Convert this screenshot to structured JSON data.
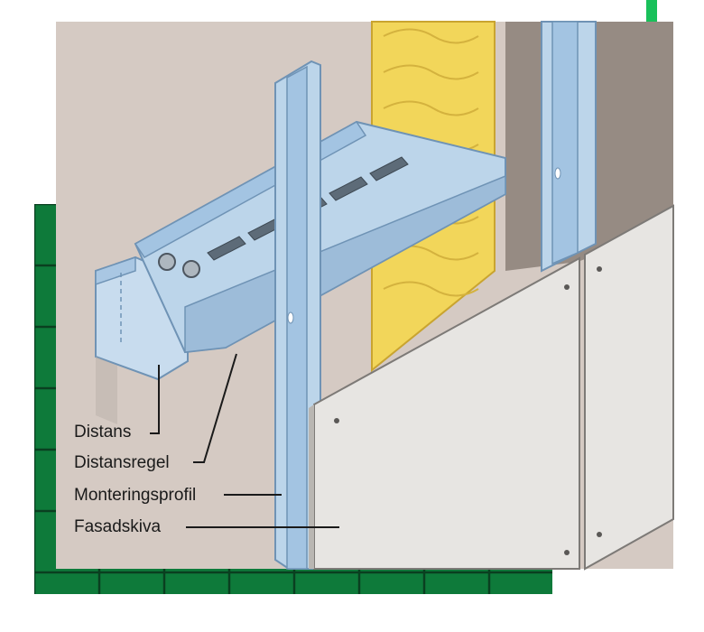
{
  "diagram": {
    "labels": {
      "distans": "Distans",
      "distansregel": "Distansregel",
      "monteringsprofil": "Monteringsprofil",
      "fasadskiva": "Fasadskiva"
    },
    "colors": {
      "wall": "#d5cac3",
      "tile_green": "#0e7a3a",
      "accent_green": "#19c05a",
      "steel": "#bcd5ea",
      "steel_dark": "#8fb3d3",
      "insulation": "#f2d65a",
      "cavity": "#968b83",
      "board": "#e7e5e2"
    }
  }
}
